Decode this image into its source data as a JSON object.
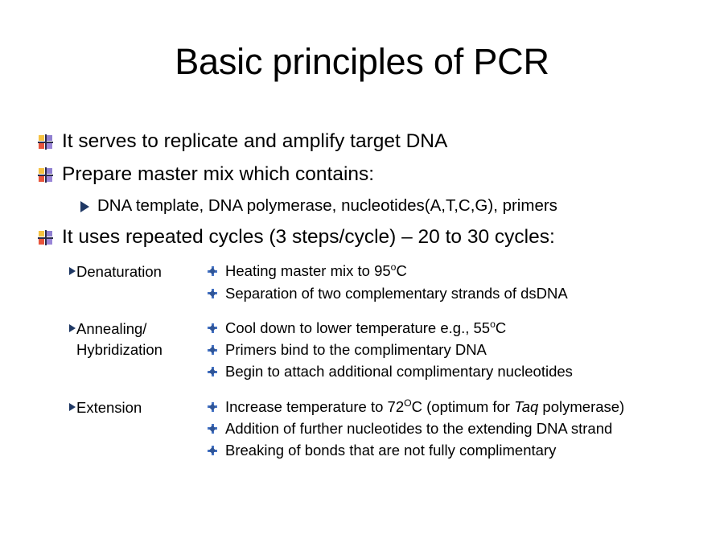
{
  "slide": {
    "title": "Basic principles of PCR",
    "bullets": [
      {
        "level": 1,
        "text": "It serves to replicate and amplify target DNA"
      },
      {
        "level": 1,
        "text": "Prepare master mix which contains:"
      },
      {
        "level": 2,
        "text": "DNA template, DNA polymerase, nucleotides(A,T,C,G), primers"
      },
      {
        "level": 1,
        "text": "It uses repeated cycles (3 steps/cycle) – 20 to 30 cycles:"
      }
    ],
    "cycles": [
      {
        "label_line1": "Denaturation",
        "label_line2": "",
        "items": [
          {
            "pre": "Heating master mix to 95",
            "sup": "o",
            "post": "C",
            "italic": ""
          },
          {
            "pre": "Separation of two complementary strands of dsDNA",
            "sup": "",
            "post": "",
            "italic": ""
          }
        ]
      },
      {
        "label_line1": "Annealing/",
        "label_line2": "Hybridization",
        "items": [
          {
            "pre": "Cool down to lower temperature e.g., 55",
            "sup": "o",
            "post": "C",
            "italic": ""
          },
          {
            "pre": "Primers bind to the complimentary DNA",
            "sup": "",
            "post": "",
            "italic": ""
          },
          {
            "pre": "Begin to attach additional complimentary nucleotides",
            "sup": "",
            "post": "",
            "italic": ""
          }
        ]
      },
      {
        "label_line1": "Extension",
        "label_line2": "",
        "items": [
          {
            "pre": "Increase temperature to 72",
            "sup": "O",
            "post": "C (optimum for ",
            "italic": "Taq",
            "tail": " polymerase)"
          },
          {
            "pre": "Addition of further nucleotides to the extending DNA strand",
            "sup": "",
            "post": "",
            "italic": ""
          },
          {
            "pre": "Breaking of bonds that are not fully complimentary",
            "sup": "",
            "post": "",
            "italic": ""
          }
        ]
      }
    ],
    "colors": {
      "background": "#ffffff",
      "text": "#000000",
      "triangle_blue": "#1f3864",
      "plus_bullet_blue": "#4472c4",
      "quad_yellow": "#f5c242",
      "quad_red": "#e8553c",
      "quad_purple": "#9a86d8",
      "quad_cross": "#2b2b4a"
    }
  }
}
